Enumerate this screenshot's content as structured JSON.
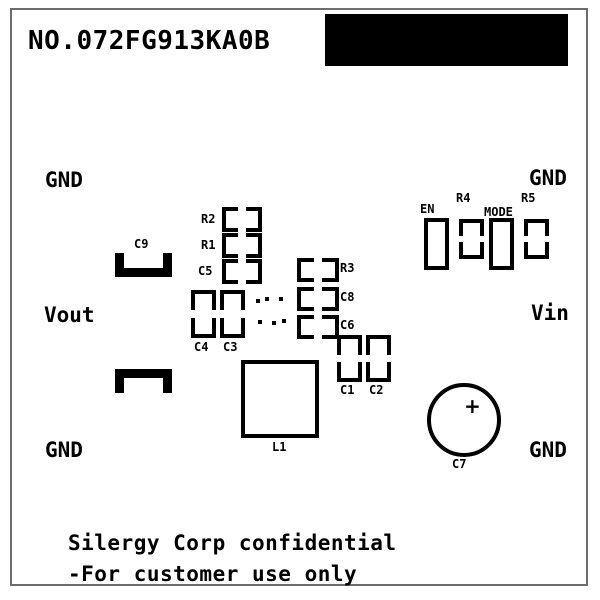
{
  "board": {
    "title": "NO.072FG913KA0B",
    "footer_line1": "Silergy Corp confidential",
    "footer_line2": "-For customer use only",
    "frame_color": "#6d6d6d",
    "silk_color": "#000000",
    "background_color": "#ffffff",
    "black_bar_label": ""
  },
  "rails": {
    "gnd_top_left": "GND",
    "gnd_top_right": "GND",
    "gnd_bottom_left": "GND",
    "gnd_bottom_right": "GND",
    "vout": "Vout",
    "vin": "Vin"
  },
  "components": {
    "c9": "C9",
    "r2": "R2",
    "r1": "R1",
    "c5": "C5",
    "c4": "C4",
    "c3": "C3",
    "r3": "R3",
    "c8": "C8",
    "c6": "C6",
    "c1": "C1",
    "c2": "C2",
    "l1": "L1",
    "c7": "C7",
    "c7_polarity": "+",
    "en": "EN",
    "r4": "R4",
    "mode": "MODE",
    "r5": "R5"
  }
}
